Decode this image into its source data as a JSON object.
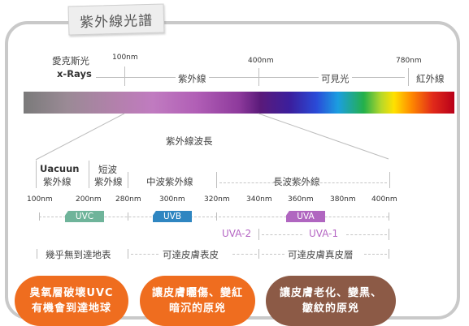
{
  "title": "紫外線光譜",
  "top_axis": {
    "xray_line1": "愛克斯光",
    "xray_line2": "x-Rays",
    "uv": "紫外線",
    "visible": "可見光",
    "ir": "紅外線",
    "ticks": [
      "100nm",
      "400nm",
      "780nm"
    ]
  },
  "zoom_label": "紫外線波長",
  "bands": {
    "vacuum_line1": "Uacuun",
    "vacuum_line2": "紫外線",
    "short_line1": "短波",
    "short_line2": "紫外線",
    "mid": "中波紫外線",
    "long": "長波紫外線"
  },
  "wavelengths": [
    "100nm",
    "200nm",
    "280nm",
    "300nm",
    "320nm",
    "340nm",
    "360nm",
    "380nm",
    "400nm"
  ],
  "badges": {
    "uvc": "UVC",
    "uvb": "UVB",
    "uva": "UVA",
    "uva2": "UVA-2",
    "uva1": "UVA-1"
  },
  "reach": {
    "none": "幾乎無到達地表",
    "epidermis": "可達皮膚表皮",
    "dermis": "可達皮膚真皮層"
  },
  "pills": {
    "uvc_line1": "臭氧層破壞UVC",
    "uvc_line2": "有機會到達地球",
    "uvb_line1": "讓皮膚曬傷、變紅",
    "uvb_line2": "暗沉的原兇",
    "uva_line1": "讓皮膚老化、變黑、",
    "uva_line2": "皺紋的原兇"
  },
  "colors": {
    "uvc": "#6fb49a",
    "uvb": "#2f86c1",
    "uva": "#b066c0",
    "uva_text": "#b566c4",
    "pill_orange": "#ef6d1f",
    "pill_brown": "#8c5a46"
  }
}
